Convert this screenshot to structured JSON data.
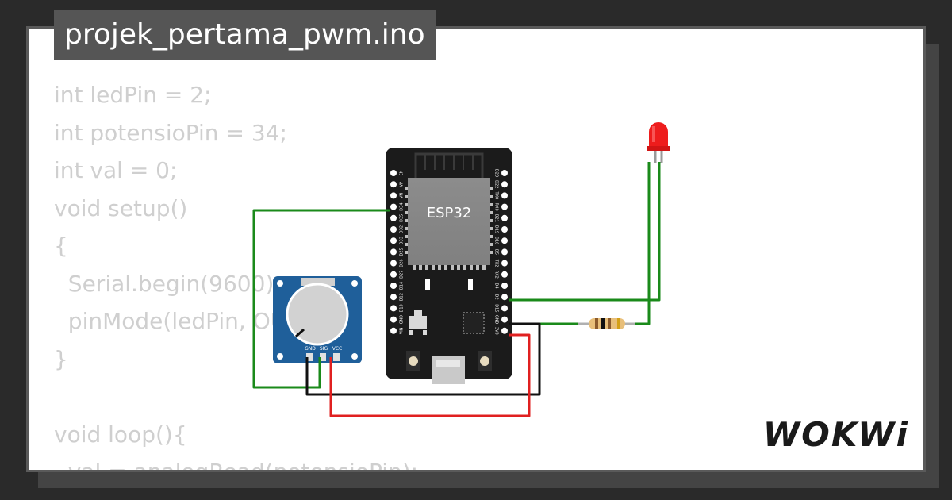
{
  "project": {
    "filename": "projek_pertama_pwm.ino"
  },
  "code_lines": [
    "int ledPin = 2;",
    "int potensioPin = 34;",
    "int val = 0;",
    "void setup()",
    "{",
    "  Serial.begin(9600);",
    "  pinMode(ledPin, OUTPUT);",
    "}",
    "",
    "void loop(){",
    "  val = analogRead(potensioPin);"
  ],
  "board": {
    "chip_label": "ESP32",
    "left_pins": [
      "EN",
      "VP",
      "VN",
      "D34",
      "D35",
      "D32",
      "D33",
      "D25",
      "D26",
      "D27",
      "D14",
      "D12",
      "D13",
      "GND",
      "VIN"
    ],
    "right_pins": [
      "D23",
      "D22",
      "TX0",
      "RX0",
      "D21",
      "D19",
      "D18",
      "D5",
      "TX2",
      "RX2",
      "D4",
      "D2",
      "D15",
      "GND",
      "3V3"
    ]
  },
  "potentiometer": {
    "pins": [
      "GND",
      "SIG",
      "VCC"
    ]
  },
  "colors": {
    "wire_green": "#1a8a1a",
    "wire_red": "#e02020",
    "wire_black": "#111111",
    "board": "#1b1b1b",
    "pot_body": "#1f5f9a"
  },
  "brand": {
    "logo": "WOKWi"
  }
}
